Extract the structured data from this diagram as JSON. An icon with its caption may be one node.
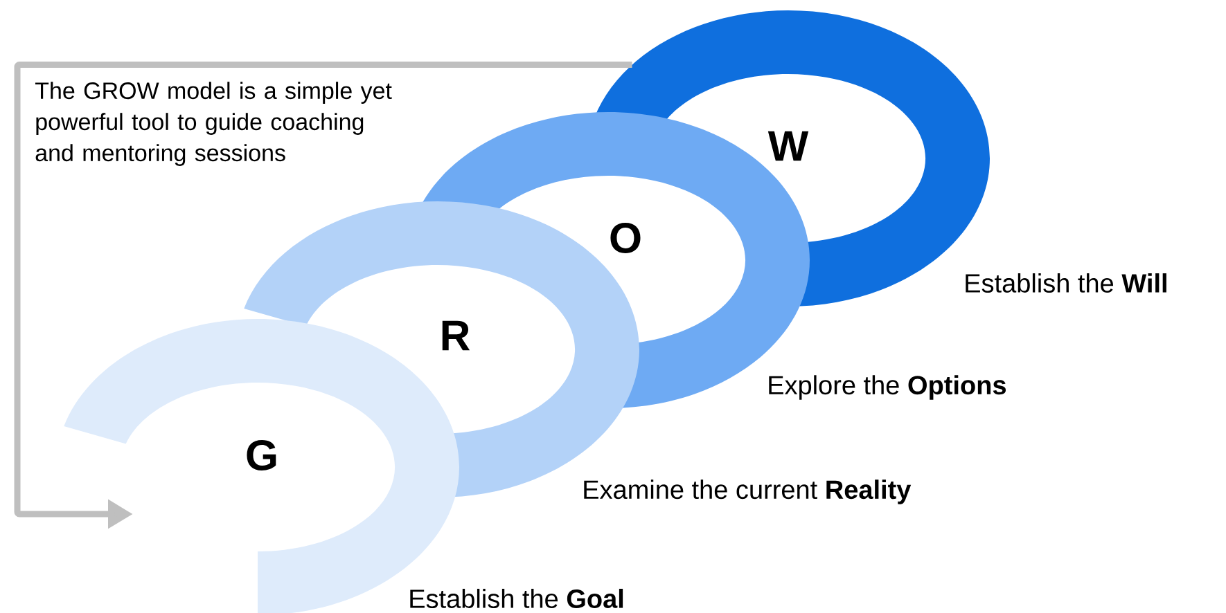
{
  "diagram": {
    "nodes": [
      {
        "text": [
          "G"
        ],
        "beside": [
          "Establish the **Goal**"
        ]
      },
      {
        "text": [
          "R"
        ],
        "beside": [
          "Examine the current **Reality**"
        ]
      },
      {
        "text": [
          "O"
        ],
        "beside": [
          "Explore the **Options**"
        ]
      },
      {
        "text": [
          "W"
        ],
        "beside": [
          "Establish the **Will**"
        ]
      }
    ],
    "edges": [
      {
        "from": 3,
        "to": 0,
        "arrow": "to"
      }
    ],
    "labels": [
      "The GROW model is a simple yet powerful tool to guide coaching and mentoring sessions"
    ]
  }
}
